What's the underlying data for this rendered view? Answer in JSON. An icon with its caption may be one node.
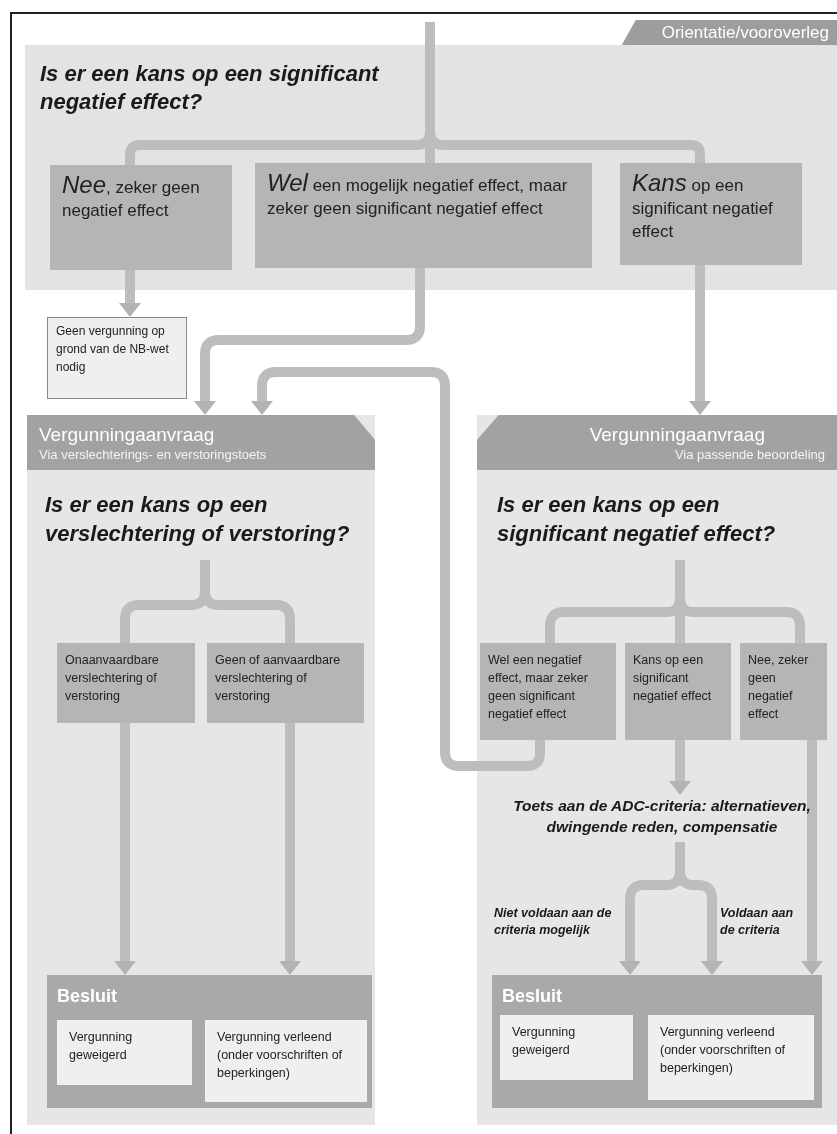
{
  "diagram": {
    "nodes": [
      {
        "text": [
          "Orientatie/vooroverleg",
          "Is er een kans op een significant negatief effect?"
        ]
      },
      {
        "text": [
          "*Nee*, zeker geen negatief effect"
        ],
        "in": 0
      },
      {
        "text": [
          "*Wel* een mogelijk negatief effect, maar zeker geen significant negatief effect"
        ],
        "in": 0
      },
      {
        "text": [
          "*Kans* op een significant negatief effect"
        ],
        "in": 0
      },
      {
        "text": [
          "Geen vergunning op grond van de NB-wet nodig"
        ]
      },
      {
        "text": [
          "Vergunningaanvraag",
          "Via verslechterings- en verstoringstoets",
          "Is er een kans op een verslechtering of verstoring?"
        ]
      },
      {
        "text": [
          "Onaanvaardbare verslechtering of verstoring"
        ],
        "in": 5
      },
      {
        "text": [
          "Geen of aanvaardbare verslechtering of verstoring"
        ],
        "in": 5
      },
      {
        "text": [
          "Besluit"
        ],
        "in": 5
      },
      {
        "text": [
          "Vergunning geweigerd"
        ],
        "in": 8
      },
      {
        "text": [
          "Vergunning verleend (onder voorschriften of beperkingen)"
        ],
        "in": 8
      },
      {
        "text": [
          "Vergunningaanvraag",
          "Via passende beoordeling",
          "Is er een kans op een significant negatief effect?"
        ]
      },
      {
        "text": [
          "Wel een negatief effect, maar zeker geen significant negatief effect"
        ],
        "in": 11
      },
      {
        "text": [
          "Kans op een significant negatief effect"
        ],
        "in": 11
      },
      {
        "text": [
          "Nee, zeker geen negatief effect"
        ],
        "in": 11
      },
      {
        "text": [
          "Toets aan de ADC-criteria: alternatieven, dwingende reden, compensatie"
        ],
        "in": 11
      },
      {
        "text": [
          "Besluit"
        ],
        "in": 11
      },
      {
        "text": [
          "Vergunning geweigerd"
        ],
        "in": 16
      },
      {
        "text": [
          "Vergunning verleend (onder voorschriften of beperkingen)"
        ],
        "in": 16
      }
    ],
    "edges": [
      {
        "from": null,
        "to": 1,
        "arrow": "none"
      },
      {
        "from": null,
        "to": 2,
        "arrow": "none"
      },
      {
        "from": null,
        "to": 3,
        "arrow": "none"
      },
      {
        "from": 1,
        "to": 4,
        "arrow": "to"
      },
      {
        "from": 2,
        "to": 5,
        "arrow": "to"
      },
      {
        "from": 12,
        "to": 5,
        "arrow": "to"
      },
      {
        "from": 3,
        "to": 11,
        "arrow": "to"
      },
      {
        "from": null,
        "to": 6,
        "arrow": "none"
      },
      {
        "from": null,
        "to": 7,
        "arrow": "none"
      },
      {
        "from": 6,
        "to": 8,
        "arrow": "to"
      },
      {
        "from": 7,
        "to": 8,
        "arrow": "to"
      },
      {
        "from": null,
        "to": 12,
        "arrow": "none"
      },
      {
        "from": null,
        "to": 13,
        "arrow": "none"
      },
      {
        "from": null,
        "to": 14,
        "arrow": "none"
      },
      {
        "from": 13,
        "to": 15,
        "arrow": "to"
      },
      {
        "from": 14,
        "to": 16,
        "arrow": "to"
      },
      {
        "from": 15,
        "to": 16,
        "arrow": "to",
        "label": "Niet voldaan aan de criteria mogelijk"
      },
      {
        "from": 15,
        "to": 16,
        "arrow": "to",
        "label": "Voldaan aan de criteria"
      }
    ]
  }
}
